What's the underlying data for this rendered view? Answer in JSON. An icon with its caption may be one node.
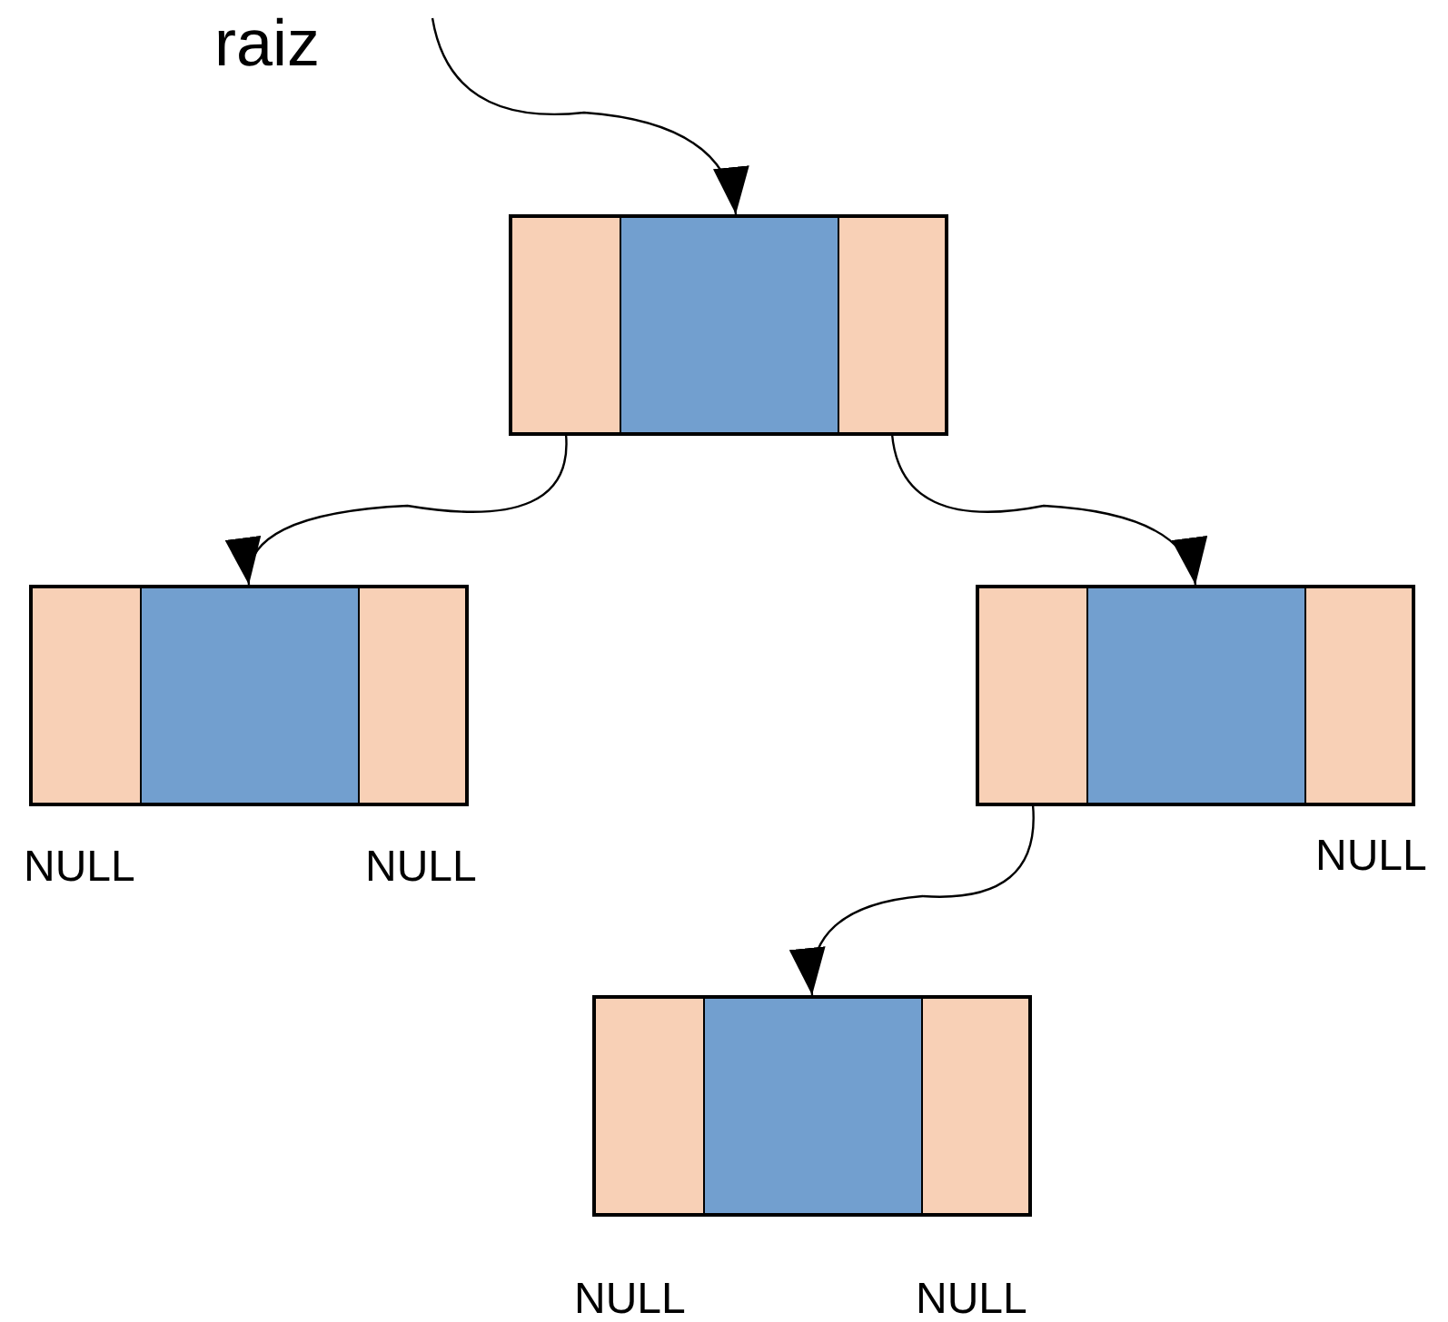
{
  "diagram": {
    "nodes": [
      {
        "text": [
          "raiz"
        ]
      },
      {
        "text": [],
        "shape": "box"
      },
      {
        "text": [],
        "shape": "box",
        "in": 1
      },
      {
        "text": [],
        "shape": "box",
        "in": 1
      },
      {
        "text": [],
        "shape": "box",
        "in": 1
      },
      {
        "text": [],
        "shape": "box"
      },
      {
        "text": [],
        "shape": "box",
        "in": 5,
        "beside": [
          "NULL"
        ]
      },
      {
        "text": [],
        "shape": "box",
        "in": 5
      },
      {
        "text": [],
        "shape": "box",
        "in": 5,
        "beside": [
          "NULL"
        ]
      },
      {
        "text": [],
        "shape": "box"
      },
      {
        "text": [],
        "shape": "box",
        "in": 9
      },
      {
        "text": [],
        "shape": "box",
        "in": 9
      },
      {
        "text": [],
        "shape": "box",
        "in": 9,
        "beside": [
          "NULL"
        ]
      },
      {
        "text": [],
        "shape": "box"
      },
      {
        "text": [],
        "shape": "box",
        "in": 13,
        "beside": [
          "NULL"
        ]
      },
      {
        "text": [],
        "shape": "box",
        "in": 13
      },
      {
        "text": [],
        "shape": "box",
        "in": 13,
        "beside": [
          "NULL"
        ]
      }
    ],
    "edges": [
      {
        "from": 0,
        "to": 1,
        "arrow": "to"
      },
      {
        "from": 2,
        "to": 5,
        "arrow": "to"
      },
      {
        "from": 4,
        "to": 9,
        "arrow": "to"
      },
      {
        "from": 10,
        "to": 13,
        "arrow": "to"
      }
    ]
  }
}
